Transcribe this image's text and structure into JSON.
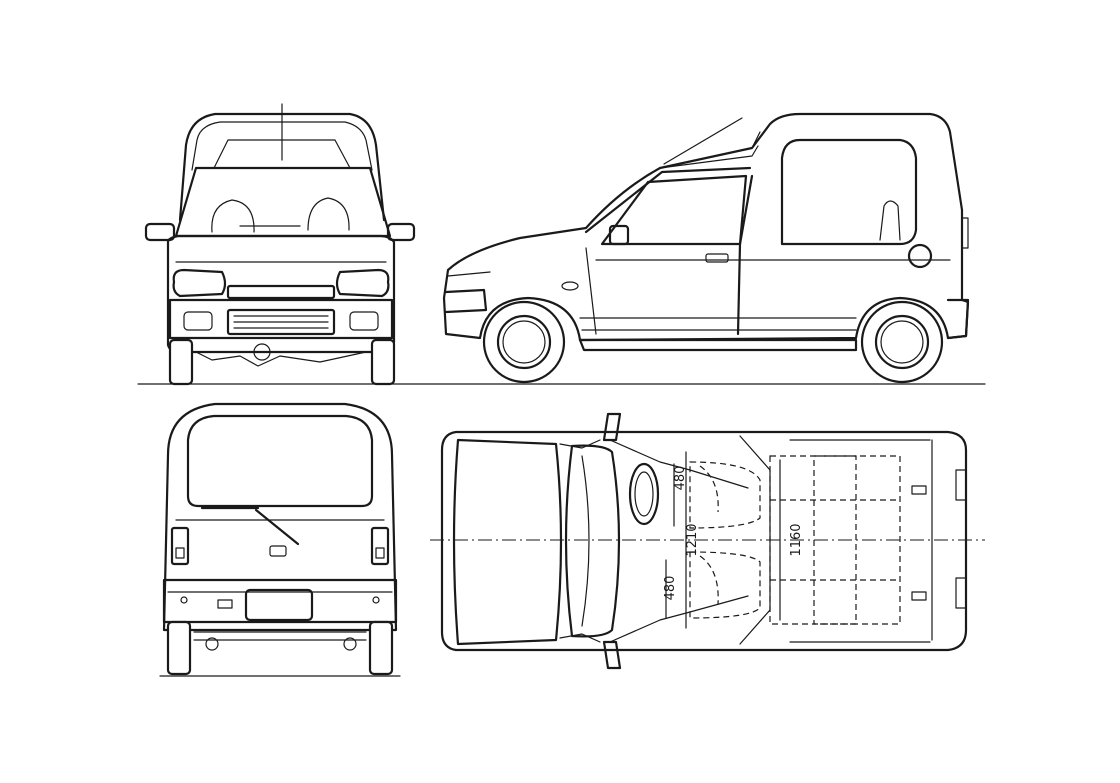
{
  "colors": {
    "line": "#1a1a1a",
    "paper": "#ffffff"
  },
  "views": {
    "front": "front-view",
    "side": "side-view",
    "rear": "rear-view",
    "top": "top-view"
  },
  "dimensions": {
    "head_clearance": "480",
    "cabin_width": "1210",
    "cargo_width": "1160",
    "seat_width": "480"
  }
}
